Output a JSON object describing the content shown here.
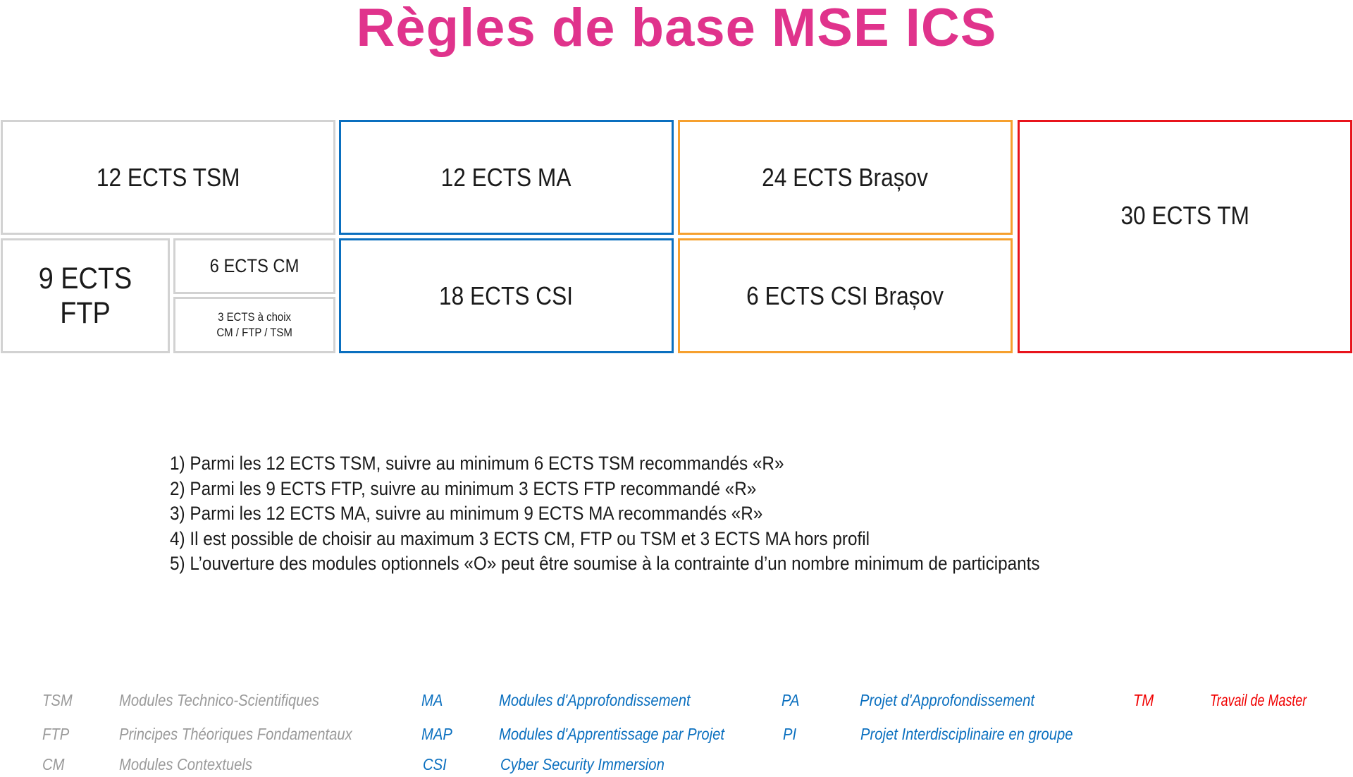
{
  "title": "Règles de base MSE ICS",
  "boxes": {
    "tsm": "12 ECTS TSM",
    "ftp": "9 ECTS FTP",
    "cm": "6 ECTS CM",
    "choice_line1": "3 ECTS à choix",
    "choice_line2": "CM / FTP / TSM",
    "ma": "12 ECTS MA",
    "csi": "18 ECTS CSI",
    "brasov": "24 ECTS Brașov",
    "csi_brasov": "6 ECTS CSI Brașov",
    "tm": "30 ECTS TM"
  },
  "colors": {
    "title": "#e0338c",
    "gray": "#d2d2d2",
    "blue": "#0a6fbf",
    "orange": "#f6a02e",
    "red": "#e8141c"
  },
  "rules": [
    "1) Parmi les 12 ECTS TSM, suivre au minimum 6 ECTS TSM recommandés «R»",
    "2) Parmi les 9 ECTS FTP, suivre au minimum 3 ECTS FTP recommandé «R»",
    "3) Parmi les 12 ECTS MA, suivre au minimum 9 ECTS MA recommandés «R»",
    "4) Il est possible de choisir au maximum 3 ECTS CM, FTP ou TSM et 3 ECTS MA hors profil",
    "5) L’ouverture des modules optionnels «O» peut être soumise à la contrainte d’un nombre minimum de participants"
  ],
  "legend": {
    "tsm": {
      "abbr": "TSM",
      "text": "Modules Technico-Scientifiques"
    },
    "ftp": {
      "abbr": "FTP",
      "text": "Principes Théoriques Fondamentaux"
    },
    "cm": {
      "abbr": "CM",
      "text": "Modules Contextuels"
    },
    "ma": {
      "abbr": "MA",
      "text": "Modules d'Approfondissement"
    },
    "map": {
      "abbr": "MAP",
      "text": "Modules d'Apprentissage par Projet"
    },
    "csi": {
      "abbr": "CSI",
      "text": "Cyber Security Immersion"
    },
    "pa": {
      "abbr": "PA",
      "text": "Projet d'Approfondissement"
    },
    "pi": {
      "abbr": "PI",
      "text": "Projet Interdisciplinaire en groupe"
    },
    "tm": {
      "abbr": "TM",
      "text": "Travail de Master"
    }
  }
}
